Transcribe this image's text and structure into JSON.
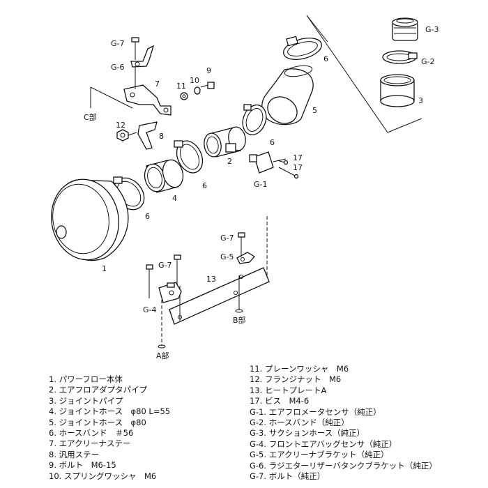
{
  "callouts": {
    "p1": "1",
    "p2": "2",
    "p3": "3",
    "p4": "4",
    "p5": "5",
    "p6a": "6",
    "p6b": "6",
    "p6c": "6",
    "p6d": "6",
    "p7": "7",
    "p8": "8",
    "p9": "9",
    "p10": "10",
    "p11": "11",
    "p12": "12",
    "p13": "13",
    "p17a": "17",
    "p17b": "17",
    "g1": "G-1",
    "g2": "G-2",
    "g3": "G-3",
    "g4": "G-4",
    "g5": "G-5",
    "g6": "G-6",
    "g7a": "G-7",
    "g7b": "G-7",
    "g7c": "G-7",
    "cbu": "C部",
    "bbu": "B部",
    "abu": "A部"
  },
  "legend_left": [
    "1. パワーフロー本体",
    "2. エアフロアダプタパイプ",
    "3. ジョイントパイプ",
    "4. ジョイントホース　φ80 L=55",
    "5. ジョイントホース　φ80",
    "6. ホースバンド　＃56",
    "7. エアクリーナステー",
    "8. 汎用ステー",
    "9. ボルト　M6-15",
    "10. スプリングワッシャ　M6"
  ],
  "legend_right": [
    "11. プレーンワッシャ　M6",
    "12. フランジナット　M6",
    "13. ヒートプレートA",
    "17. ビス　M4-6",
    "G-1. エアフロメータセンサ（純正）",
    "G-2. ホースバンド（純正）",
    "G-3. サクションホース（純正）",
    "G-4. フロントエアバッグセンサ（純正）",
    "G-5. エアクリーナブラケット（純正）",
    "G-6. ラジエターリザーバタンクブラケット（純正）",
    "G-7. ボルト（純正）"
  ]
}
